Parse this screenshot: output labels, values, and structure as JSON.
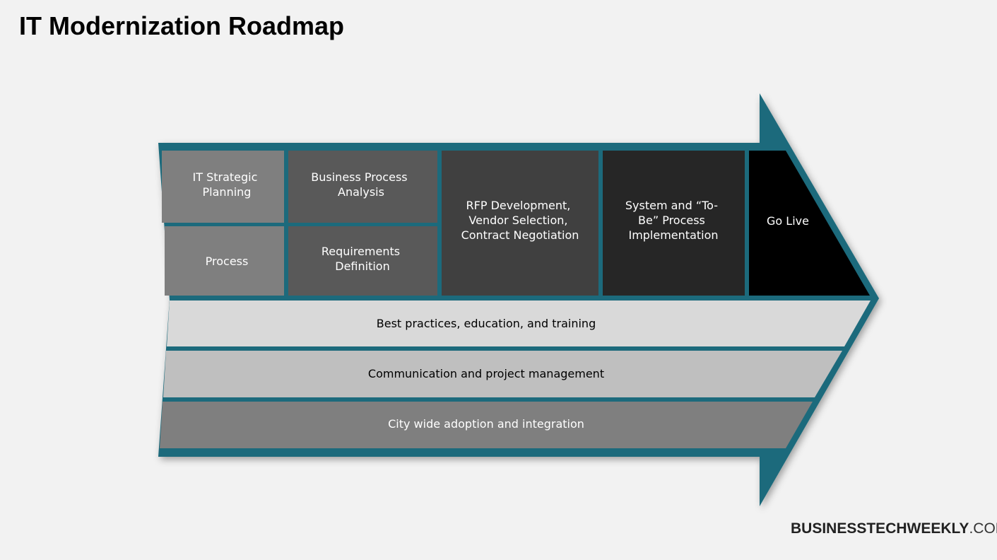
{
  "title": "IT Modernization Roadmap",
  "colors": {
    "border": "#1a6b7c",
    "phase_light": "#7f7f7f",
    "phase_mid": "#595959",
    "phase_dark": "#404040",
    "phase_darker": "#262626",
    "phase_black": "#000000",
    "band_1": "#d9d9d9",
    "band_2": "#bfbfbf",
    "band_3": "#7f7f7f"
  },
  "phases": [
    {
      "id": "it-strategic-planning",
      "lines": [
        "IT Strategic",
        "Planning"
      ]
    },
    {
      "id": "process",
      "lines": [
        "Process"
      ]
    },
    {
      "id": "business-process-analysis",
      "lines": [
        "Business Process",
        "Analysis"
      ]
    },
    {
      "id": "requirements-definition",
      "lines": [
        "Requirements",
        "Definition"
      ]
    },
    {
      "id": "rfp-development",
      "lines": [
        "RFP Development,",
        "Vendor Selection,",
        "Contract Negotiation"
      ]
    },
    {
      "id": "system-implementation",
      "lines": [
        "System and “To-",
        "Be” Process",
        "Implementation"
      ]
    },
    {
      "id": "go-live",
      "lines": [
        "Go Live"
      ]
    }
  ],
  "bands": [
    {
      "id": "best-practices",
      "label": "Best practices, education, and training"
    },
    {
      "id": "communication",
      "label": "Communication and project management"
    },
    {
      "id": "adoption",
      "label": "City wide adoption and integration"
    }
  ],
  "footer": {
    "brand_bold": "BUSINESSTECHWEEKLY",
    "brand_suffix": ".COM"
  }
}
